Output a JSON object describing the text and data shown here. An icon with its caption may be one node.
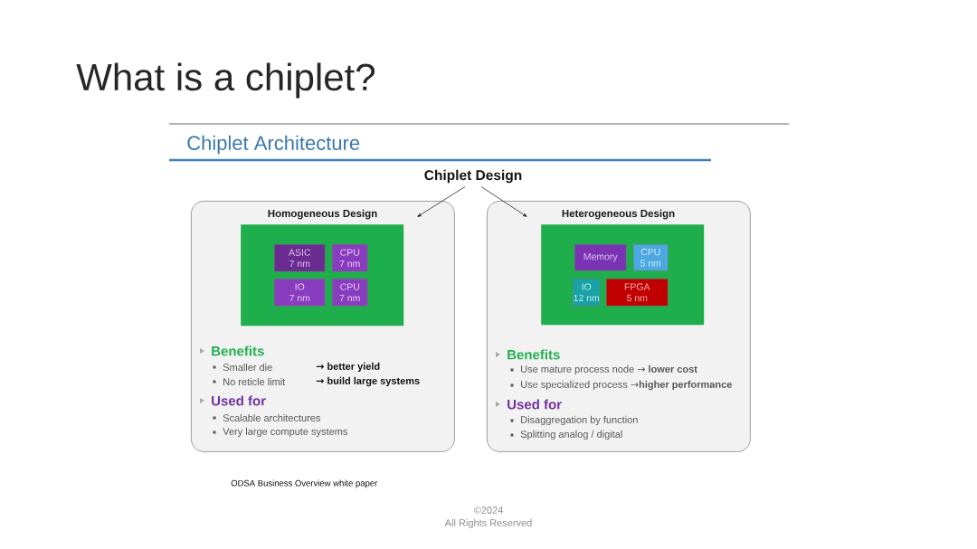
{
  "diagram": {
    "title": "What is a chiplet?",
    "nodes": [
      {
        "text": [
          "Chiplet Design"
        ]
      },
      {
        "text": [
          "Homogeneous Design",
          "Benefits",
          "Smaller die",
          "→ better yield",
          "No reticle limit",
          "→ build large systems",
          "Used for",
          "Scalable architectures",
          "Very large compute systems"
        ]
      },
      {
        "text": [],
        "shape": "box",
        "in": 1
      },
      {
        "text": [
          "ASIC",
          "7 nm"
        ],
        "in": 2
      },
      {
        "text": [
          "CPU",
          "7 nm"
        ],
        "in": 2
      },
      {
        "text": [
          "IO",
          "7 nm"
        ],
        "in": 2
      },
      {
        "text": [
          "CPU",
          "7 nm"
        ],
        "in": 2
      },
      {
        "text": [
          "Heterogeneous Design",
          "Benefits",
          "Use mature process node → **lower cost**",
          "Use specialized process →**higher performance**",
          "Used for",
          "Disaggregation by function",
          "Splitting analog / digital"
        ]
      },
      {
        "text": [],
        "shape": "box",
        "in": 7
      },
      {
        "text": [
          "Memory"
        ],
        "in": 8
      },
      {
        "text": [
          "CPU",
          "5 nm"
        ],
        "in": 8
      },
      {
        "text": [
          "IO",
          "12 nm"
        ],
        "in": 8
      },
      {
        "text": [
          "FPGA",
          "5 nm"
        ],
        "in": 8
      }
    ],
    "edges": [
      {
        "from": 0,
        "to": 1,
        "arrow": "to"
      },
      {
        "from": 0,
        "to": 7,
        "arrow": "to"
      }
    ],
    "labels": [
      "Chiplet Architecture",
      "ODSA Business Overview white paper",
      "©2024",
      "All Rights Reserved"
    ]
  }
}
